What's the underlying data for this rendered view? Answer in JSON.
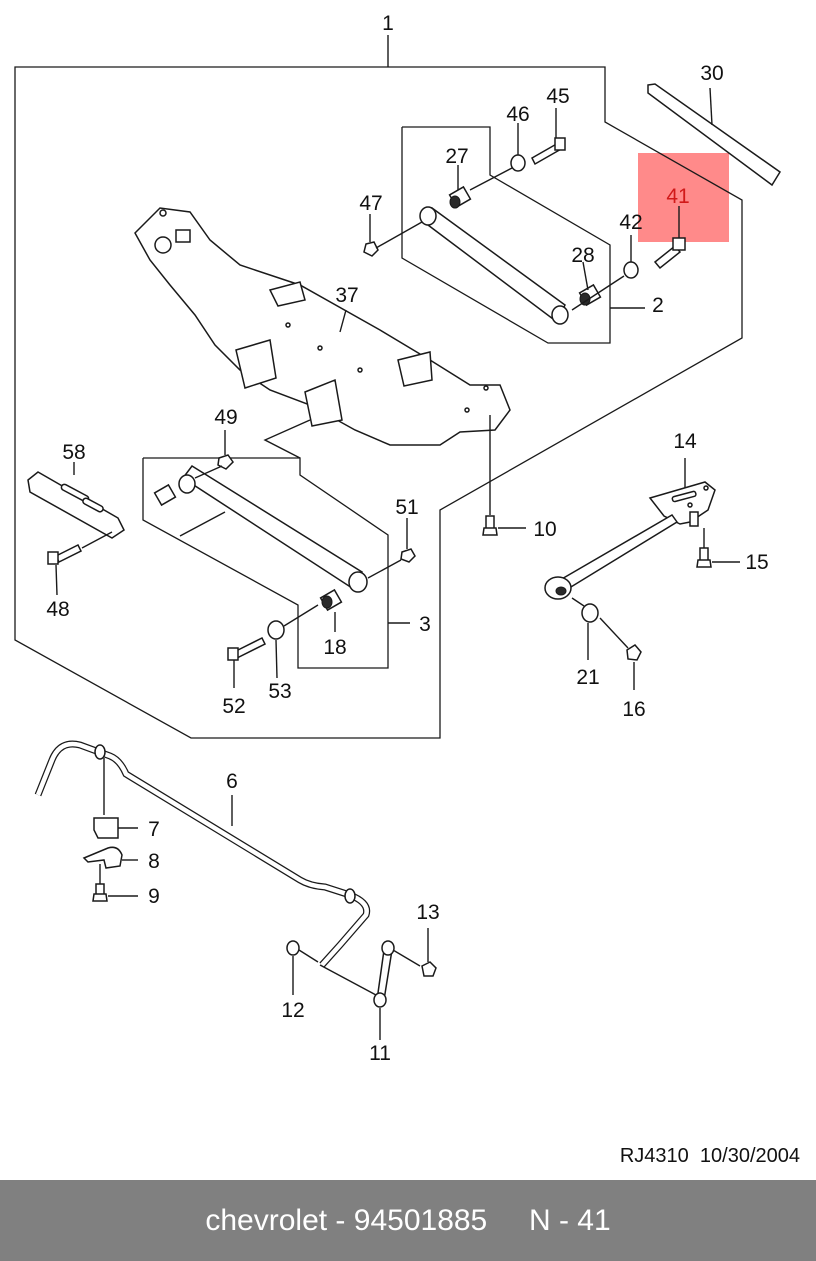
{
  "diagram": {
    "callouts": [
      "1",
      "2",
      "3",
      "6",
      "7",
      "8",
      "9",
      "10",
      "11",
      "12",
      "13",
      "14",
      "15",
      "16",
      "18",
      "21",
      "27",
      "28",
      "30",
      "37",
      "41",
      "42",
      "45",
      "46",
      "47",
      "48",
      "49",
      "51",
      "52",
      "53",
      "58"
    ],
    "highlight": {
      "label": "41",
      "color": "#ff8a8a",
      "text_color": "#d11a1a"
    },
    "reference": "RJ4310  10/30/2004"
  },
  "footer": {
    "background": "#808080",
    "brand": "chevrolet",
    "separator": " - ",
    "part_number": "94501885",
    "spacer": "     ",
    "position": "N - 41"
  }
}
